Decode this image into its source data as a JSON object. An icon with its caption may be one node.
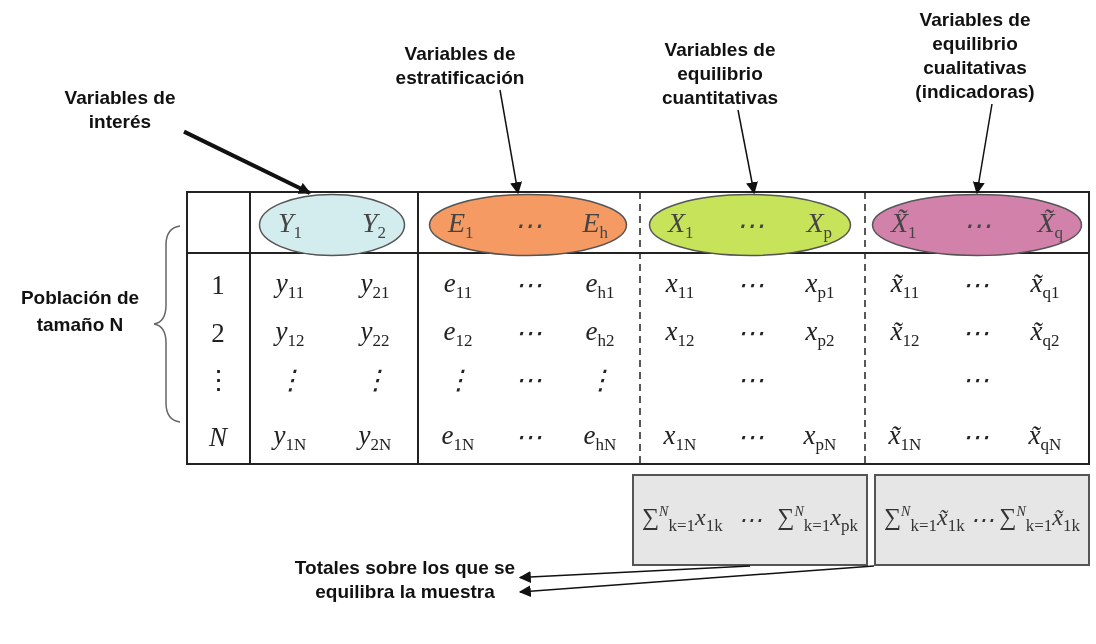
{
  "diagram": {
    "nodes": [
      {
        "text": [
          "Variables de interés"
        ]
      },
      {
        "text": [
          "Variables de estratificación"
        ]
      },
      {
        "text": [
          "Variables de equilibrio cuantitativas"
        ]
      },
      {
        "text": [
          "Variables de equilibrio cualitativas (indicadoras)"
        ]
      },
      {
        "text": [
          "Y$_{1}$",
          "Y$_{2}$"
        ]
      },
      {
        "text": [
          "E$_{1}$",
          "⋯",
          "E$_{h}$"
        ]
      },
      {
        "text": [
          "X$_{1}$",
          "⋯",
          "X$_{p}$"
        ]
      },
      {
        "text": [
          "X̃$_{1}$",
          "⋯",
          "X̃$_{q}$"
        ]
      },
      {
        "text": [
          "∑$^{N}$$_{k=1}$x$_{1k}$",
          "⋯",
          "∑$^{N}$$_{k=1}$x$_{pk}$"
        ]
      },
      {
        "text": [
          "∑$^{N}$$_{k=1}$x̃$_{1k}$",
          "⋯",
          "∑$^{N}$$_{k=1}$x̃$_{1k}$"
        ]
      },
      {
        "text": [
          "Totales sobre los que se equilibra la muestra"
        ]
      }
    ],
    "edges": [
      {
        "from": 0,
        "to": 4,
        "arrow": "to",
        "style": "thick"
      },
      {
        "from": 1,
        "to": 5,
        "arrow": "to"
      },
      {
        "from": 2,
        "to": 6,
        "arrow": "to"
      },
      {
        "from": 3,
        "to": 7,
        "arrow": "to"
      },
      {
        "from": 8,
        "to": 10,
        "arrow": "to"
      },
      {
        "from": 9,
        "to": 10,
        "arrow": "to"
      }
    ],
    "labels": [
      "Población de tamaño N",
      "1",
      "y$_{11}$",
      "y$_{21}$",
      "e$_{11}$",
      "⋯",
      "e$_{h1}$",
      "x$_{11}$",
      "⋯",
      "x$_{p1}$",
      "x̃$_{11}$",
      "⋯",
      "x̃$_{q1}$",
      "2",
      "y$_{12}$",
      "y$_{22}$",
      "e$_{12}$",
      "⋯",
      "e$_{h2}$",
      "x$_{12}$",
      "⋯",
      "x$_{p2}$",
      "x̃$_{12}$",
      "⋯",
      "x̃$_{q2}$",
      "⋮",
      "⋮",
      "⋮",
      "⋮",
      "⋯",
      "⋮",
      "⋯",
      "⋯",
      "N",
      "y$_{1N}$",
      "y$_{2N}$",
      "e$_{1N}$",
      "⋯",
      "e$_{hN}$",
      "x$_{1N}$",
      "⋯",
      "x$_{pN}$",
      "x̃$_{1N}$",
      "⋯",
      "x̃$_{qN}$"
    ]
  }
}
